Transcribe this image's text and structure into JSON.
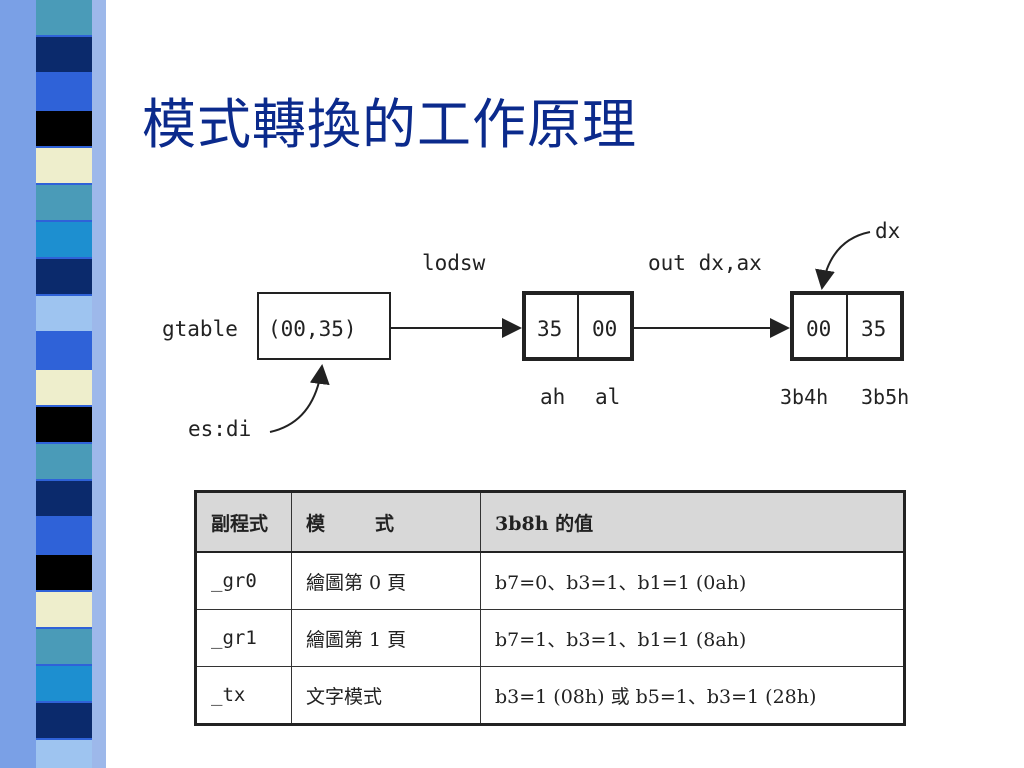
{
  "slide": {
    "title": "模式轉換的工作原理"
  },
  "diagram": {
    "gtable_label": "gtable",
    "gtable_value": "(00,35)",
    "esdi_label": "es:di",
    "lodsw_label": "lodsw",
    "out_label": "out dx,ax",
    "dx_label": "dx",
    "ax_cells": [
      "35",
      "00"
    ],
    "ax_labels": [
      "ah",
      "al"
    ],
    "port_cells": [
      "00",
      "35"
    ],
    "port_labels": [
      "3b4h",
      "3b5h"
    ]
  },
  "table": {
    "headers": [
      "副程式",
      "模　　式",
      "3b8h 的值"
    ],
    "rows": [
      [
        "_gr0",
        "繪圖第 0 頁",
        "b7=0、b3=1、b1=1 (0ah)"
      ],
      [
        "_gr1",
        "繪圖第 1 頁",
        "b7=1、b3=1、b1=1 (8ah)"
      ],
      [
        "_tx",
        "文字模式",
        "b3=1 (08h) 或 b5=1、b3=1 (28h)"
      ]
    ]
  },
  "colors": {
    "title": "#0b2a8c",
    "stripe_blue": "#2f62d8",
    "stripe_navy": "#0b2a6c",
    "stripe_cream": "#eeeecc",
    "stripe_teal": "#4a9bb8"
  }
}
